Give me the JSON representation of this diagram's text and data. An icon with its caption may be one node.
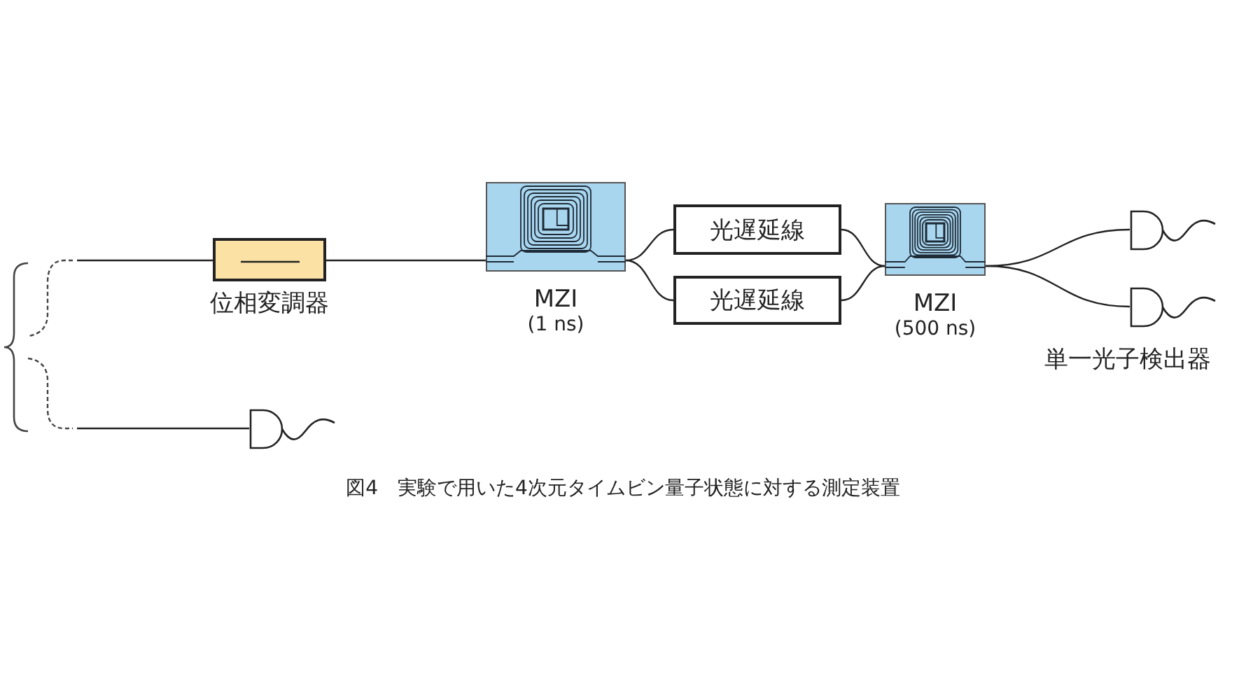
{
  "diagram": {
    "caption": "図4　実験で用いた4次元タイムビン量子状態に対する測定装置",
    "nodes": [
      {
        "text": [
          "位相変調器"
        ]
      },
      {
        "text": [
          "MZI",
          "(1 ns)"
        ]
      },
      {
        "text": [
          "光遅延線"
        ]
      },
      {
        "text": [
          "光遅延線"
        ]
      },
      {
        "text": [
          "MZI",
          "(500 ns)"
        ]
      },
      {
        "text": [],
        "shape": "detector"
      },
      {
        "text": [],
        "shape": "detector"
      },
      {
        "text": [],
        "shape": "detector"
      }
    ],
    "edges": [
      {
        "from": null,
        "to": 0,
        "arrow": "none"
      },
      {
        "from": 0,
        "to": 1,
        "arrow": "none"
      },
      {
        "from": 1,
        "to": 2,
        "arrow": "none"
      },
      {
        "from": 1,
        "to": 3,
        "arrow": "none"
      },
      {
        "from": 2,
        "to": 4,
        "arrow": "none"
      },
      {
        "from": 3,
        "to": 4,
        "arrow": "none"
      },
      {
        "from": 4,
        "to": 5,
        "arrow": "none"
      },
      {
        "from": 4,
        "to": 6,
        "arrow": "none"
      },
      {
        "from": null,
        "to": 7,
        "arrow": "none"
      }
    ],
    "labels": [
      "単一光子検出器"
    ]
  }
}
